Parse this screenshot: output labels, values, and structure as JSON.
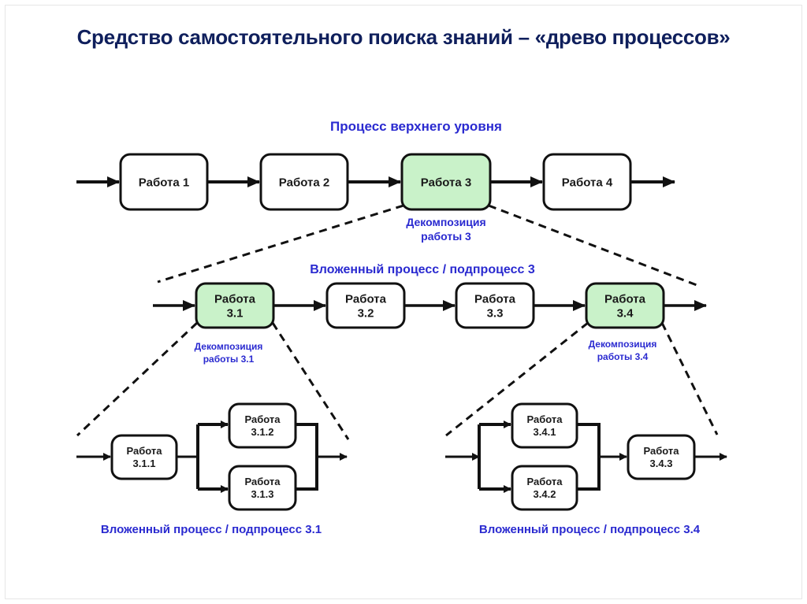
{
  "title": "Средство самостоятельного поиска знаний – «древо процессов»",
  "colors": {
    "title": "#0f1f5c",
    "label_blue": "#2a2ad0",
    "box_green": "#c9f2c9",
    "box_white": "#ffffff",
    "stroke": "#111111"
  },
  "level1": {
    "label": "Процесс верхнего уровня",
    "boxes": [
      {
        "id": "r1",
        "text": [
          "Работа 1"
        ],
        "highlight": false
      },
      {
        "id": "r2",
        "text": [
          "Работа 2"
        ],
        "highlight": false
      },
      {
        "id": "r3",
        "text": [
          "Работа 3"
        ],
        "highlight": true
      },
      {
        "id": "r4",
        "text": [
          "Работа 4"
        ],
        "highlight": false
      }
    ],
    "decomposition_label": [
      "Декомпозиция",
      "работы 3"
    ]
  },
  "level2": {
    "label": "Вложенный процесс / подпроцесс 3",
    "boxes": [
      {
        "id": "r31",
        "text": [
          "Работа",
          "3.1"
        ],
        "highlight": true
      },
      {
        "id": "r32",
        "text": [
          "Работа",
          "3.2"
        ],
        "highlight": false
      },
      {
        "id": "r33",
        "text": [
          "Работа",
          "3.3"
        ],
        "highlight": false
      },
      {
        "id": "r34",
        "text": [
          "Работа",
          "3.4"
        ],
        "highlight": true
      }
    ],
    "decomposition_left": [
      "Декомпозиция",
      "работы 3.1"
    ],
    "decomposition_right": [
      "Декомпозиция",
      "работы 3.4"
    ]
  },
  "level3_left": {
    "label": "Вложенный процесс / подпроцесс 3.1",
    "boxes": [
      {
        "id": "r311",
        "text": [
          "Работа",
          "3.1.1"
        ]
      },
      {
        "id": "r312",
        "text": [
          "Работа",
          "3.1.2"
        ]
      },
      {
        "id": "r313",
        "text": [
          "Работа",
          "3.1.3"
        ]
      }
    ]
  },
  "level3_right": {
    "label": "Вложенный процесс / подпроцесс 3.4",
    "boxes": [
      {
        "id": "r341",
        "text": [
          "Работа",
          "3.4.1"
        ]
      },
      {
        "id": "r342",
        "text": [
          "Работа",
          "3.4.2"
        ]
      },
      {
        "id": "r343",
        "text": [
          "Работа",
          "3.4.3"
        ]
      }
    ]
  }
}
